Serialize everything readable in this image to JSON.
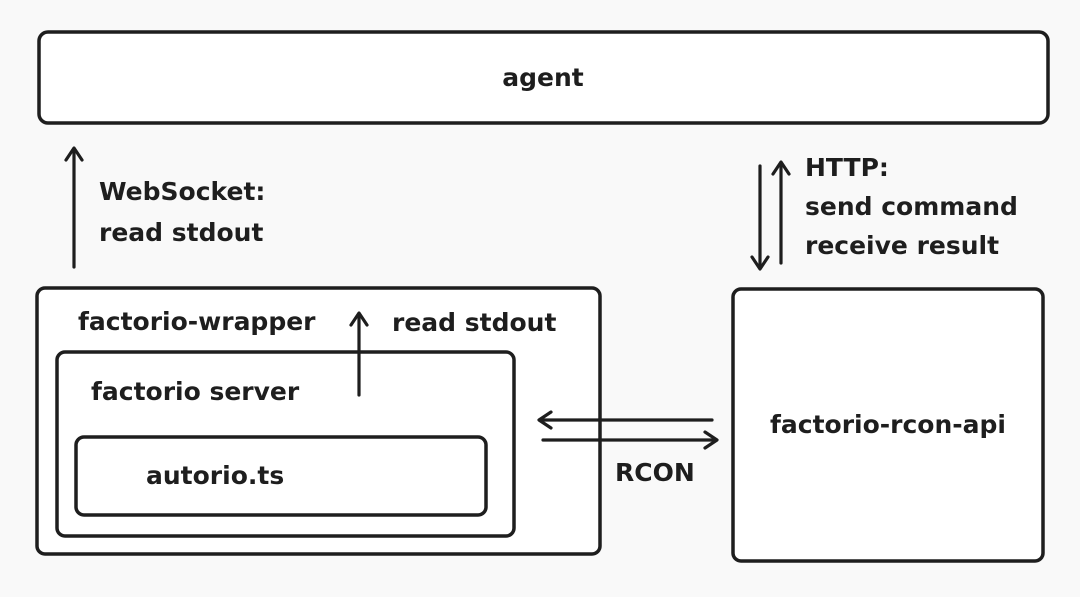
{
  "nodes": {
    "agent": "agent",
    "wrapper": "factorio-wrapper",
    "server": "factorio server",
    "autorio": "autorio.ts",
    "rcon_api": "factorio-rcon-api"
  },
  "edges": {
    "websocket_line1": "WebSocket:",
    "websocket_line2": "read stdout",
    "stdout": "read stdout",
    "http_line1": "HTTP:",
    "http_line2": "send command",
    "http_line3": "receive result",
    "rcon": "RCON"
  }
}
